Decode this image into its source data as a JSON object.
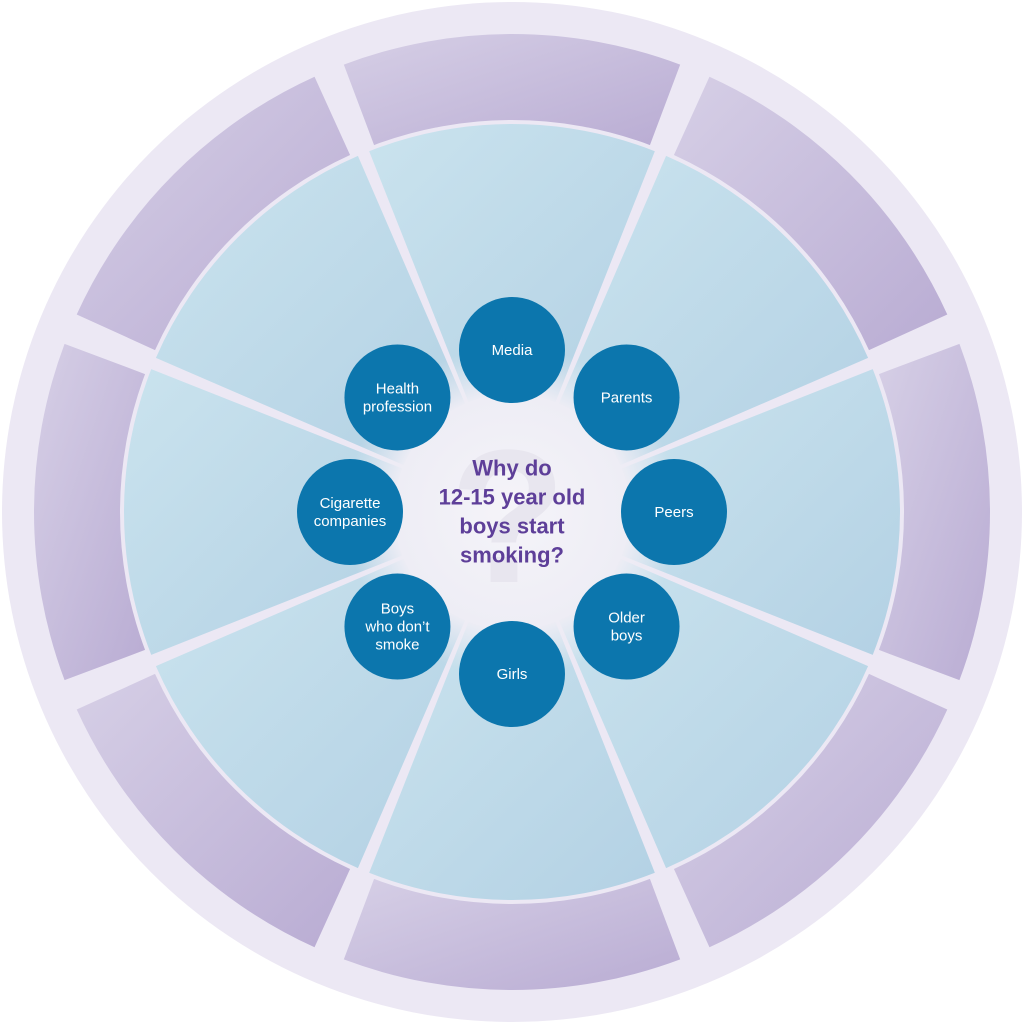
{
  "diagram": {
    "center": {
      "lines": [
        "Why do",
        "12-15 year old",
        "boys start",
        "smoking?"
      ],
      "watermark": "?"
    },
    "nodes": [
      {
        "id": "media",
        "lines": [
          "Media"
        ]
      },
      {
        "id": "parents",
        "lines": [
          "Parents"
        ]
      },
      {
        "id": "peers",
        "lines": [
          "Peers"
        ]
      },
      {
        "id": "older-boys",
        "lines": [
          "Older",
          "boys"
        ]
      },
      {
        "id": "girls",
        "lines": [
          "Girls"
        ]
      },
      {
        "id": "boys-who-dont-smoke",
        "lines": [
          "Boys",
          "who don’t",
          "smoke"
        ]
      },
      {
        "id": "cigarette-companies",
        "lines": [
          "Cigarette",
          "companies"
        ]
      },
      {
        "id": "health-profession",
        "lines": [
          "Health",
          "profession"
        ]
      }
    ],
    "ring_segments": 8,
    "wedge_segments": 8
  },
  "colors": {
    "outer_disc": "#ece8f4",
    "outer_ring": "#c2b7d9",
    "outer_ring_light": "#d4cde6",
    "wedge": "#b9d6e6",
    "wedge_light": "#c7e1ec",
    "divider": "#ffffff",
    "center_glow": "#f4f3f8",
    "node": "#0c76ad",
    "node_text": "#ffffff",
    "question_text": "#5e3f99"
  }
}
